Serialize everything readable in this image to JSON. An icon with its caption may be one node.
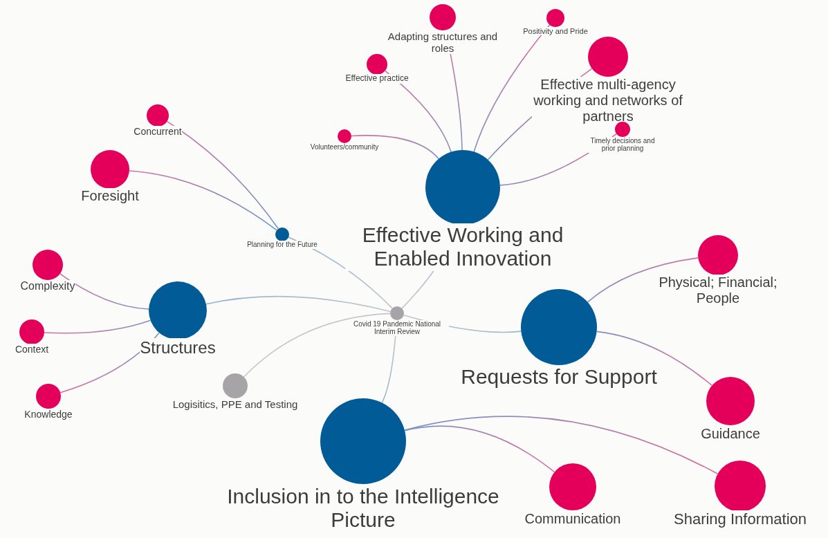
{
  "diagram": {
    "nodes": [
      {
        "text": [],
        "shape": "circle",
        "beside": [
          "Covid 19 Pandemic National Interim Review"
        ]
      },
      {
        "text": [],
        "shape": "circle",
        "beside": [
          "Effective Working and Enabled Innovation"
        ]
      },
      {
        "text": [],
        "shape": "circle",
        "beside": [
          "Volunteers/community"
        ]
      },
      {
        "text": [],
        "shape": "circle",
        "beside": [
          "Effective practice"
        ]
      },
      {
        "text": [],
        "shape": "circle",
        "beside": [
          "Adapting structures and roles"
        ]
      },
      {
        "text": [],
        "shape": "circle",
        "beside": [
          "Positivity and Pride"
        ]
      },
      {
        "text": [],
        "shape": "circle",
        "beside": [
          "Effective multi-agency working and networks of partners"
        ]
      },
      {
        "text": [],
        "shape": "circle",
        "beside": [
          "Timely decisions and prior planning"
        ]
      },
      {
        "text": [],
        "shape": "circle",
        "beside": [
          "Planning for the Future"
        ]
      },
      {
        "text": [],
        "shape": "circle",
        "beside": [
          "Concurrent"
        ]
      },
      {
        "text": [],
        "shape": "circle",
        "beside": [
          "Foresight"
        ]
      },
      {
        "text": [],
        "shape": "circle",
        "beside": [
          "Structures"
        ]
      },
      {
        "text": [],
        "shape": "circle",
        "beside": [
          "Complexity"
        ]
      },
      {
        "text": [],
        "shape": "circle",
        "beside": [
          "Context"
        ]
      },
      {
        "text": [],
        "shape": "circle",
        "beside": [
          "Knowledge"
        ]
      },
      {
        "text": [],
        "shape": "circle",
        "beside": [
          "Logisitics, PPE and Testing"
        ]
      },
      {
        "text": [],
        "shape": "circle",
        "beside": [
          "Requests for Support"
        ]
      },
      {
        "text": [],
        "shape": "circle",
        "beside": [
          "Physical; Financial; People"
        ]
      },
      {
        "text": [],
        "shape": "circle",
        "beside": [
          "Guidance"
        ]
      },
      {
        "text": [],
        "shape": "circle",
        "beside": [
          "Inclusion in to the Intelligence Picture"
        ]
      },
      {
        "text": [],
        "shape": "circle",
        "beside": [
          "Communication"
        ]
      },
      {
        "text": [],
        "shape": "circle",
        "beside": [
          "Sharing Information"
        ]
      }
    ],
    "edges": [
      {
        "from": 0,
        "to": 1,
        "arrow": "none"
      },
      {
        "from": 0,
        "to": 8,
        "arrow": "none"
      },
      {
        "from": 0,
        "to": 11,
        "arrow": "none"
      },
      {
        "from": 0,
        "to": 15,
        "arrow": "none"
      },
      {
        "from": 0,
        "to": 16,
        "arrow": "none"
      },
      {
        "from": 0,
        "to": 19,
        "arrow": "none"
      },
      {
        "from": 1,
        "to": 2,
        "arrow": "none"
      },
      {
        "from": 1,
        "to": 3,
        "arrow": "none"
      },
      {
        "from": 1,
        "to": 4,
        "arrow": "none"
      },
      {
        "from": 1,
        "to": 5,
        "arrow": "none"
      },
      {
        "from": 1,
        "to": 6,
        "arrow": "none"
      },
      {
        "from": 1,
        "to": 7,
        "arrow": "none"
      },
      {
        "from": 8,
        "to": 9,
        "arrow": "none"
      },
      {
        "from": 8,
        "to": 10,
        "arrow": "none"
      },
      {
        "from": 11,
        "to": 12,
        "arrow": "none"
      },
      {
        "from": 11,
        "to": 13,
        "arrow": "none"
      },
      {
        "from": 11,
        "to": 14,
        "arrow": "none"
      },
      {
        "from": 16,
        "to": 17,
        "arrow": "none"
      },
      {
        "from": 16,
        "to": 18,
        "arrow": "none"
      },
      {
        "from": 19,
        "to": 20,
        "arrow": "none"
      },
      {
        "from": 19,
        "to": 21,
        "arrow": "none"
      }
    ]
  }
}
